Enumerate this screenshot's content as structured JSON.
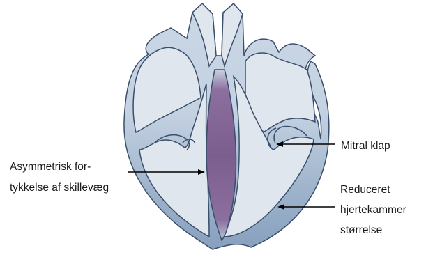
{
  "labels": {
    "asymmetric_line1": "Asymmetrisk for-",
    "asymmetric_line2": "tykkelse af skillevæg",
    "mitral_valve": "Mitral klap",
    "reduced_line1": "Reduceret",
    "reduced_line2": "hjertekammer",
    "reduced_line3": "størrelse"
  },
  "colors": {
    "wall": "#c9d6e4",
    "wall_outer": "#90a7c3",
    "chamber": "#dfe6ee",
    "outline": "#3a4f6b",
    "septum_thick": "#7d5f8f",
    "arrow": "#000000"
  }
}
